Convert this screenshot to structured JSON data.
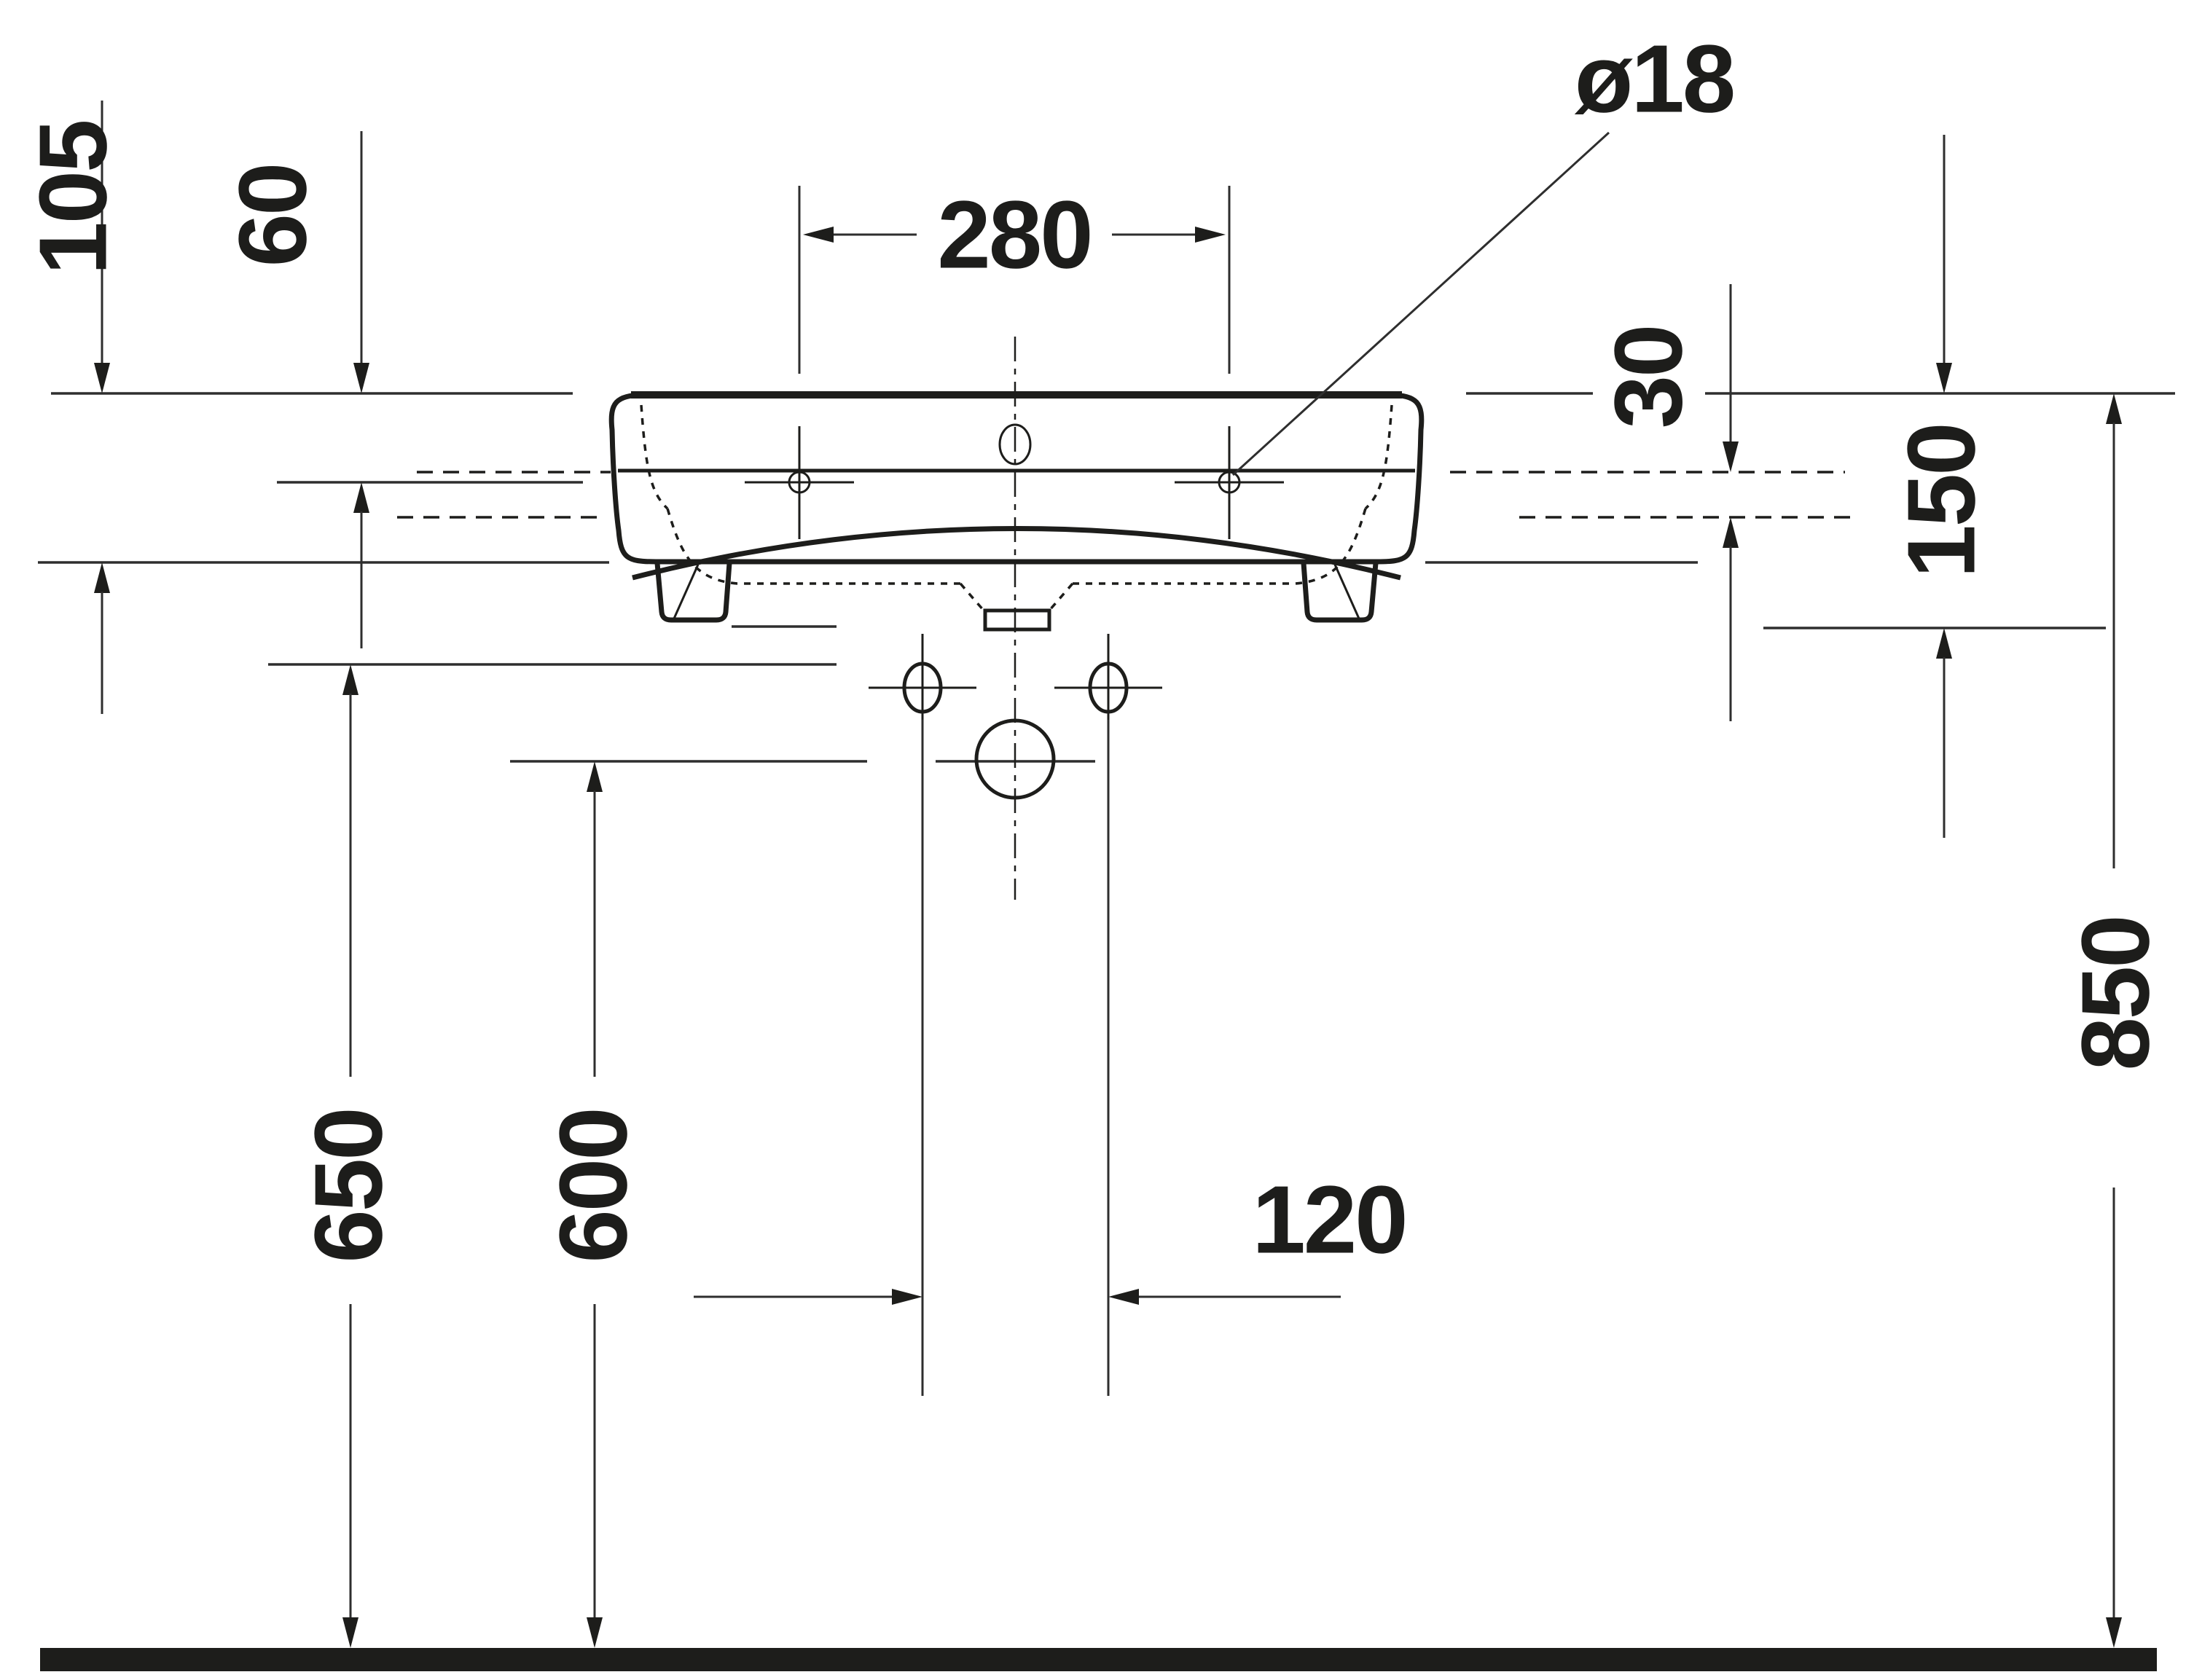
{
  "title": "Wall-mounted washbasin front view - dimensional drawing",
  "colors": {
    "line": "#1d1d1b",
    "dimension_line": "#2e2e2e",
    "background": "#ffffff"
  },
  "dimensions": {
    "fixing_height_105": "105",
    "tap_level_offset_60": "60",
    "tap_hole_spacing_280": "280",
    "tap_hole_diameter_label": "ø18",
    "deck_thickness_30": "30",
    "ceramic_body_depth_150": "150",
    "clearance_under_body_650": "650",
    "drain_center_height_600": "600",
    "drain_hole_spacing_120": "120",
    "rim_height_850": "850"
  }
}
